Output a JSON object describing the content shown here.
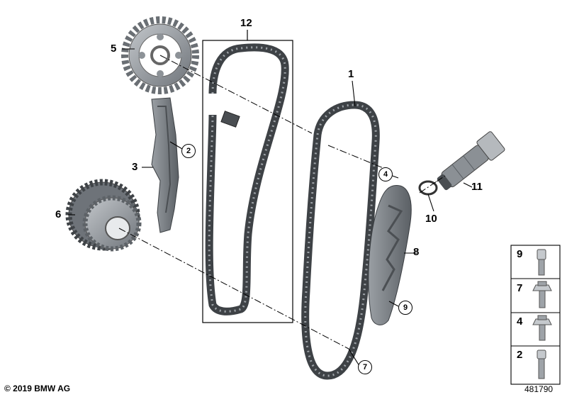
{
  "callouts": {
    "c1": "1",
    "c2": "2",
    "c3": "3",
    "c4": "4",
    "c5": "5",
    "c6": "6",
    "c7": "7",
    "c8": "8",
    "c9": "9",
    "c10": "10",
    "c11": "11",
    "c12": "12"
  },
  "legend": [
    {
      "num": "9",
      "part": "bolt-plain"
    },
    {
      "num": "7",
      "part": "bolt-flange-hex"
    },
    {
      "num": "4",
      "part": "bolt-flange-hex-short"
    },
    {
      "num": "2",
      "part": "bolt-torx-short"
    }
  ],
  "footer": {
    "copyright": "© 2019 BMW AG",
    "diagram_id": "481790"
  },
  "colors": {
    "part_dark": "#4a4e52",
    "part_mid": "#7b8086",
    "part_light": "#b4b8bc",
    "line": "#000000"
  }
}
